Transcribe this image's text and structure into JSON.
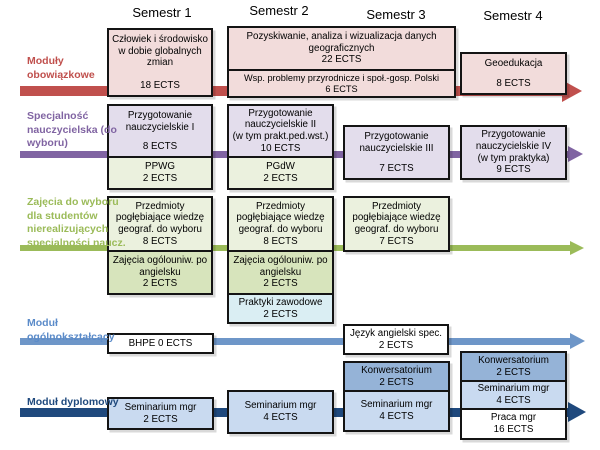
{
  "headers": {
    "s1": "Semestr 1",
    "s2": "Semestr 2",
    "s3": "Semestr 3",
    "s4": "Semestr 4"
  },
  "colors": {
    "row_obowiazkowe": "#C0504D",
    "row_nauczycielska": "#8064A2",
    "row_wyboru": "#9BBB59",
    "row_ogolnoksztalcacy": "#6E96C8",
    "row_ogolnoksztalcacy_label": "#5B8BC9",
    "row_dyplomowy": "#1F497D",
    "box_pink": "#F2DCDB",
    "box_purple": "#E3DDEC",
    "box_green_light": "#EBF1DE",
    "box_green": "#D7E4BC",
    "box_cyan": "#DAEEF3",
    "box_blue_light": "#C9DAF0",
    "box_blue": "#95B3D7",
    "box_white": "#FFFFFF"
  },
  "modules": {
    "obowiazkowe": {
      "label": "Moduły obowiązkowe",
      "s1": {
        "title": "Człowiek i środowisko w dobie globalnych zmian",
        "ects": "18 ECTS"
      },
      "s23_top": {
        "title": "Pozyskiwanie, analiza i wizualizacja danych geograficznych",
        "ects": "22 ECTS"
      },
      "s23_bottom": {
        "title": "Wsp. problemy przyrodnicze i społ.-gosp. Polski",
        "ects": "6 ECTS"
      },
      "s4": {
        "title": "Geoedukacja",
        "ects": "8 ECTS"
      }
    },
    "nauczycielska": {
      "label": "Specjalność nauczycielska (do wyboru)",
      "s1_main": {
        "title": "Przygotowanie nauczycielskie I",
        "ects": "8 ECTS"
      },
      "s1_sub": {
        "title": "PPWG",
        "ects": "2 ECTS"
      },
      "s2_main": {
        "title": "Przygotowanie nauczycielskie II",
        "subtitle": "(w tym prakt.ped.wst.)",
        "ects": "10 ECTS"
      },
      "s2_sub": {
        "title": "PGdW",
        "ects": "2 ECTS"
      },
      "s3": {
        "title": "Przygotowanie nauczycielskie III",
        "ects": "7 ECTS"
      },
      "s4": {
        "title": "Przygotowanie nauczycielskie IV",
        "subtitle": "(w tym praktyka)",
        "ects": "9 ECTS"
      }
    },
    "wyboru": {
      "label": "Zajęcia do wyboru dla studentów nierealizujących specjalności naucz.",
      "s1_top": {
        "title": "Przedmioty pogłębiające wiedzę geograf. do wyboru",
        "ects": "8 ECTS"
      },
      "s1_sub": {
        "title": "Zajęcia ogólouniw. po angielsku",
        "ects": "2 ECTS"
      },
      "s2_top": {
        "title": "Przedmioty pogłębiające wiedzę geograf. do wyboru",
        "ects": "8 ECTS"
      },
      "s2_sub": {
        "title": "Zajęcia ogólouniw. po angielsku",
        "ects": "2 ECTS"
      },
      "s2_prakt": {
        "title": "Praktyki zawodowe",
        "ects": "2 ECTS"
      },
      "s3": {
        "title": "Przedmioty pogłębiające wiedzę geograf. do wyboru",
        "ects": "7 ECTS"
      }
    },
    "ogolnoksztalcacy": {
      "label": "Moduł ogólnokształcący",
      "s1": {
        "title": "BHPE 0 ECTS"
      },
      "s3": {
        "title": "Język angielski spec.",
        "ects": "2 ECTS"
      }
    },
    "dyplomowy": {
      "label": "Moduł dyplomowy",
      "s1": {
        "title": "Seminarium mgr",
        "ects": "2 ECTS"
      },
      "s2": {
        "title": "Seminarium mgr",
        "ects": "4 ECTS"
      },
      "s3_konw": {
        "title": "Konwersatorium",
        "ects": "2 ECTS"
      },
      "s3_sem": {
        "title": "Seminarium mgr",
        "ects": "4 ECTS"
      },
      "s4_konw": {
        "title": "Konwersatorium",
        "ects": "2 ECTS"
      },
      "s4_sem": {
        "title": "Seminarium mgr",
        "ects": "4 ECTS"
      },
      "s4_praca": {
        "title": "Praca mgr",
        "ects": "16 ECTS"
      }
    }
  }
}
